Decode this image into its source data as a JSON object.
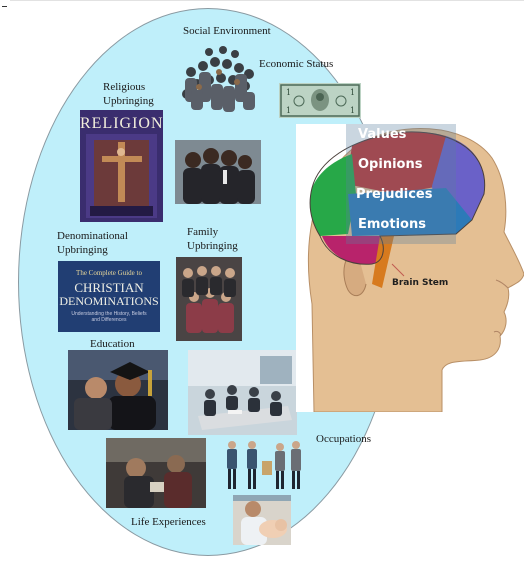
{
  "labels": {
    "social_environment": "Social Environment",
    "economic_status": "Economic Status",
    "religious_upbringing_1": "Religious",
    "religious_upbringing_2": "Upbringing",
    "denominational_upbringing_1": "Denominational",
    "denominational_upbringing_2": "Upbringing",
    "family_upbringing_1": "Family",
    "family_upbringing_2": "Upbringing",
    "education": "Education",
    "occupations": "Occupations",
    "life_experiences": "Life Experiences"
  },
  "book_covers": {
    "religion_title": "RELIGION",
    "christian_line1": "The Complete Guide to",
    "christian_line2": "CHRISTIAN",
    "christian_line3": "DENOMINATIONS",
    "christian_sub": "Understanding the History, Beliefs and Differences"
  },
  "brain": {
    "values": "Values",
    "opinions": "Opinions",
    "prejudices": "Prejudices",
    "emotions": "Emotions",
    "brain_stem": "Brain Stem"
  },
  "colors": {
    "ellipse_fill": "#bfeffa",
    "frontal_lobe": "#c0322e",
    "parietal_lobe": "#6a61c8",
    "temporal_lobe": "#2c7ab8",
    "occipital_lobe": "#27a848",
    "cerebellum": "#b8236b",
    "brain_stem": "#d77a1e",
    "skin": "#e4bf93"
  }
}
